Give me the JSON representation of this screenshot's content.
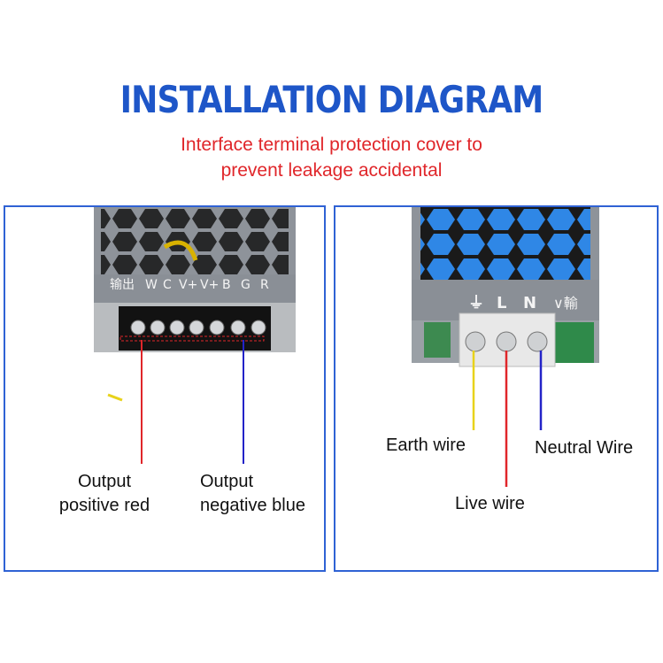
{
  "header": {
    "title": "INSTALLATION DIAGRAM",
    "subtitle_line1": "Interface terminal protection cover to",
    "subtitle_line2": "prevent leakage accidental"
  },
  "left_panel": {
    "terminal_labels": [
      "输出",
      "W",
      "C",
      "V+",
      "V+",
      "B",
      "G",
      "R"
    ],
    "label_red_line1": "Output",
    "label_red_line2": "positive red",
    "label_blue_line1": "Output",
    "label_blue_line2": "negative blue"
  },
  "right_panel": {
    "terminal_labels": [
      "⏚",
      "L",
      "N",
      "∨輸"
    ],
    "label_earth": "Earth wire",
    "label_neutral": "Neutral Wire",
    "label_live": "Live wire"
  },
  "colors": {
    "title": "#1e56c8",
    "subtitle": "#e0262a",
    "panel_border": "#2f62d4",
    "wire_red": "#e0262a",
    "wire_blue": "#2323c8",
    "wire_yellow": "#e8d21a"
  }
}
